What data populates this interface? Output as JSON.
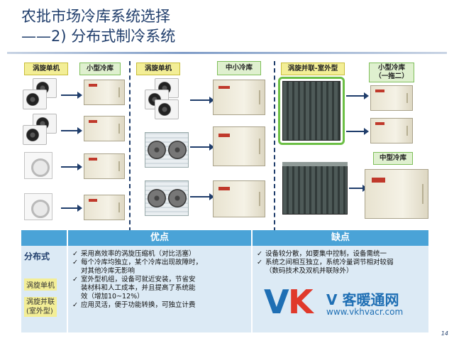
{
  "title": {
    "line1": "农批市场冷库系统选择",
    "line2": "——2) 分布式制冷系统"
  },
  "section1": {
    "source_label": "涡旋单机",
    "target_label": "小型冷库"
  },
  "section2": {
    "source_label": "涡旋单机",
    "target_label": "中小冷库"
  },
  "section3": {
    "source_label": "涡旋并联-室外型",
    "target_top_label": "小型冷库\n（一拖二）",
    "target_bottom_label": "中型冷库"
  },
  "table": {
    "header_pros": "优点",
    "header_cons": "缺点",
    "row_title": "分布式",
    "row_tag1": "涡旋单机",
    "row_tag2": "涡旋并联\n(室外型)",
    "bullet": "✓",
    "pros": [
      {
        "text": "采用高效率的涡旋压缩机（对比活塞）",
        "cont": ""
      },
      {
        "text": "每个冷库均独立，某个冷库出现故障时，",
        "cont": "对其他冷库无影响"
      },
      {
        "text": "室外型机组，设备可就近安装，节省安",
        "cont": "装材料和人工成本，并且提高了系统能"
      },
      {
        "text": "",
        "cont": "效（增加10~12%）"
      },
      {
        "text": "应用灵活，便于功能转换，可独立计费",
        "cont": ""
      }
    ],
    "cons": [
      {
        "text": "设备较分散，如要集中控制，设备需统一",
        "cont": ""
      },
      {
        "text": "系统之间相互独立，系统冷量调节相对较弱",
        "cont": "（数码技术及双机并联除外）"
      }
    ]
  },
  "logo": {
    "v": "V",
    "k": "K",
    "cn": "V 客暖通网",
    "url": "www.vkhvacr.com"
  },
  "page_number": "14"
}
